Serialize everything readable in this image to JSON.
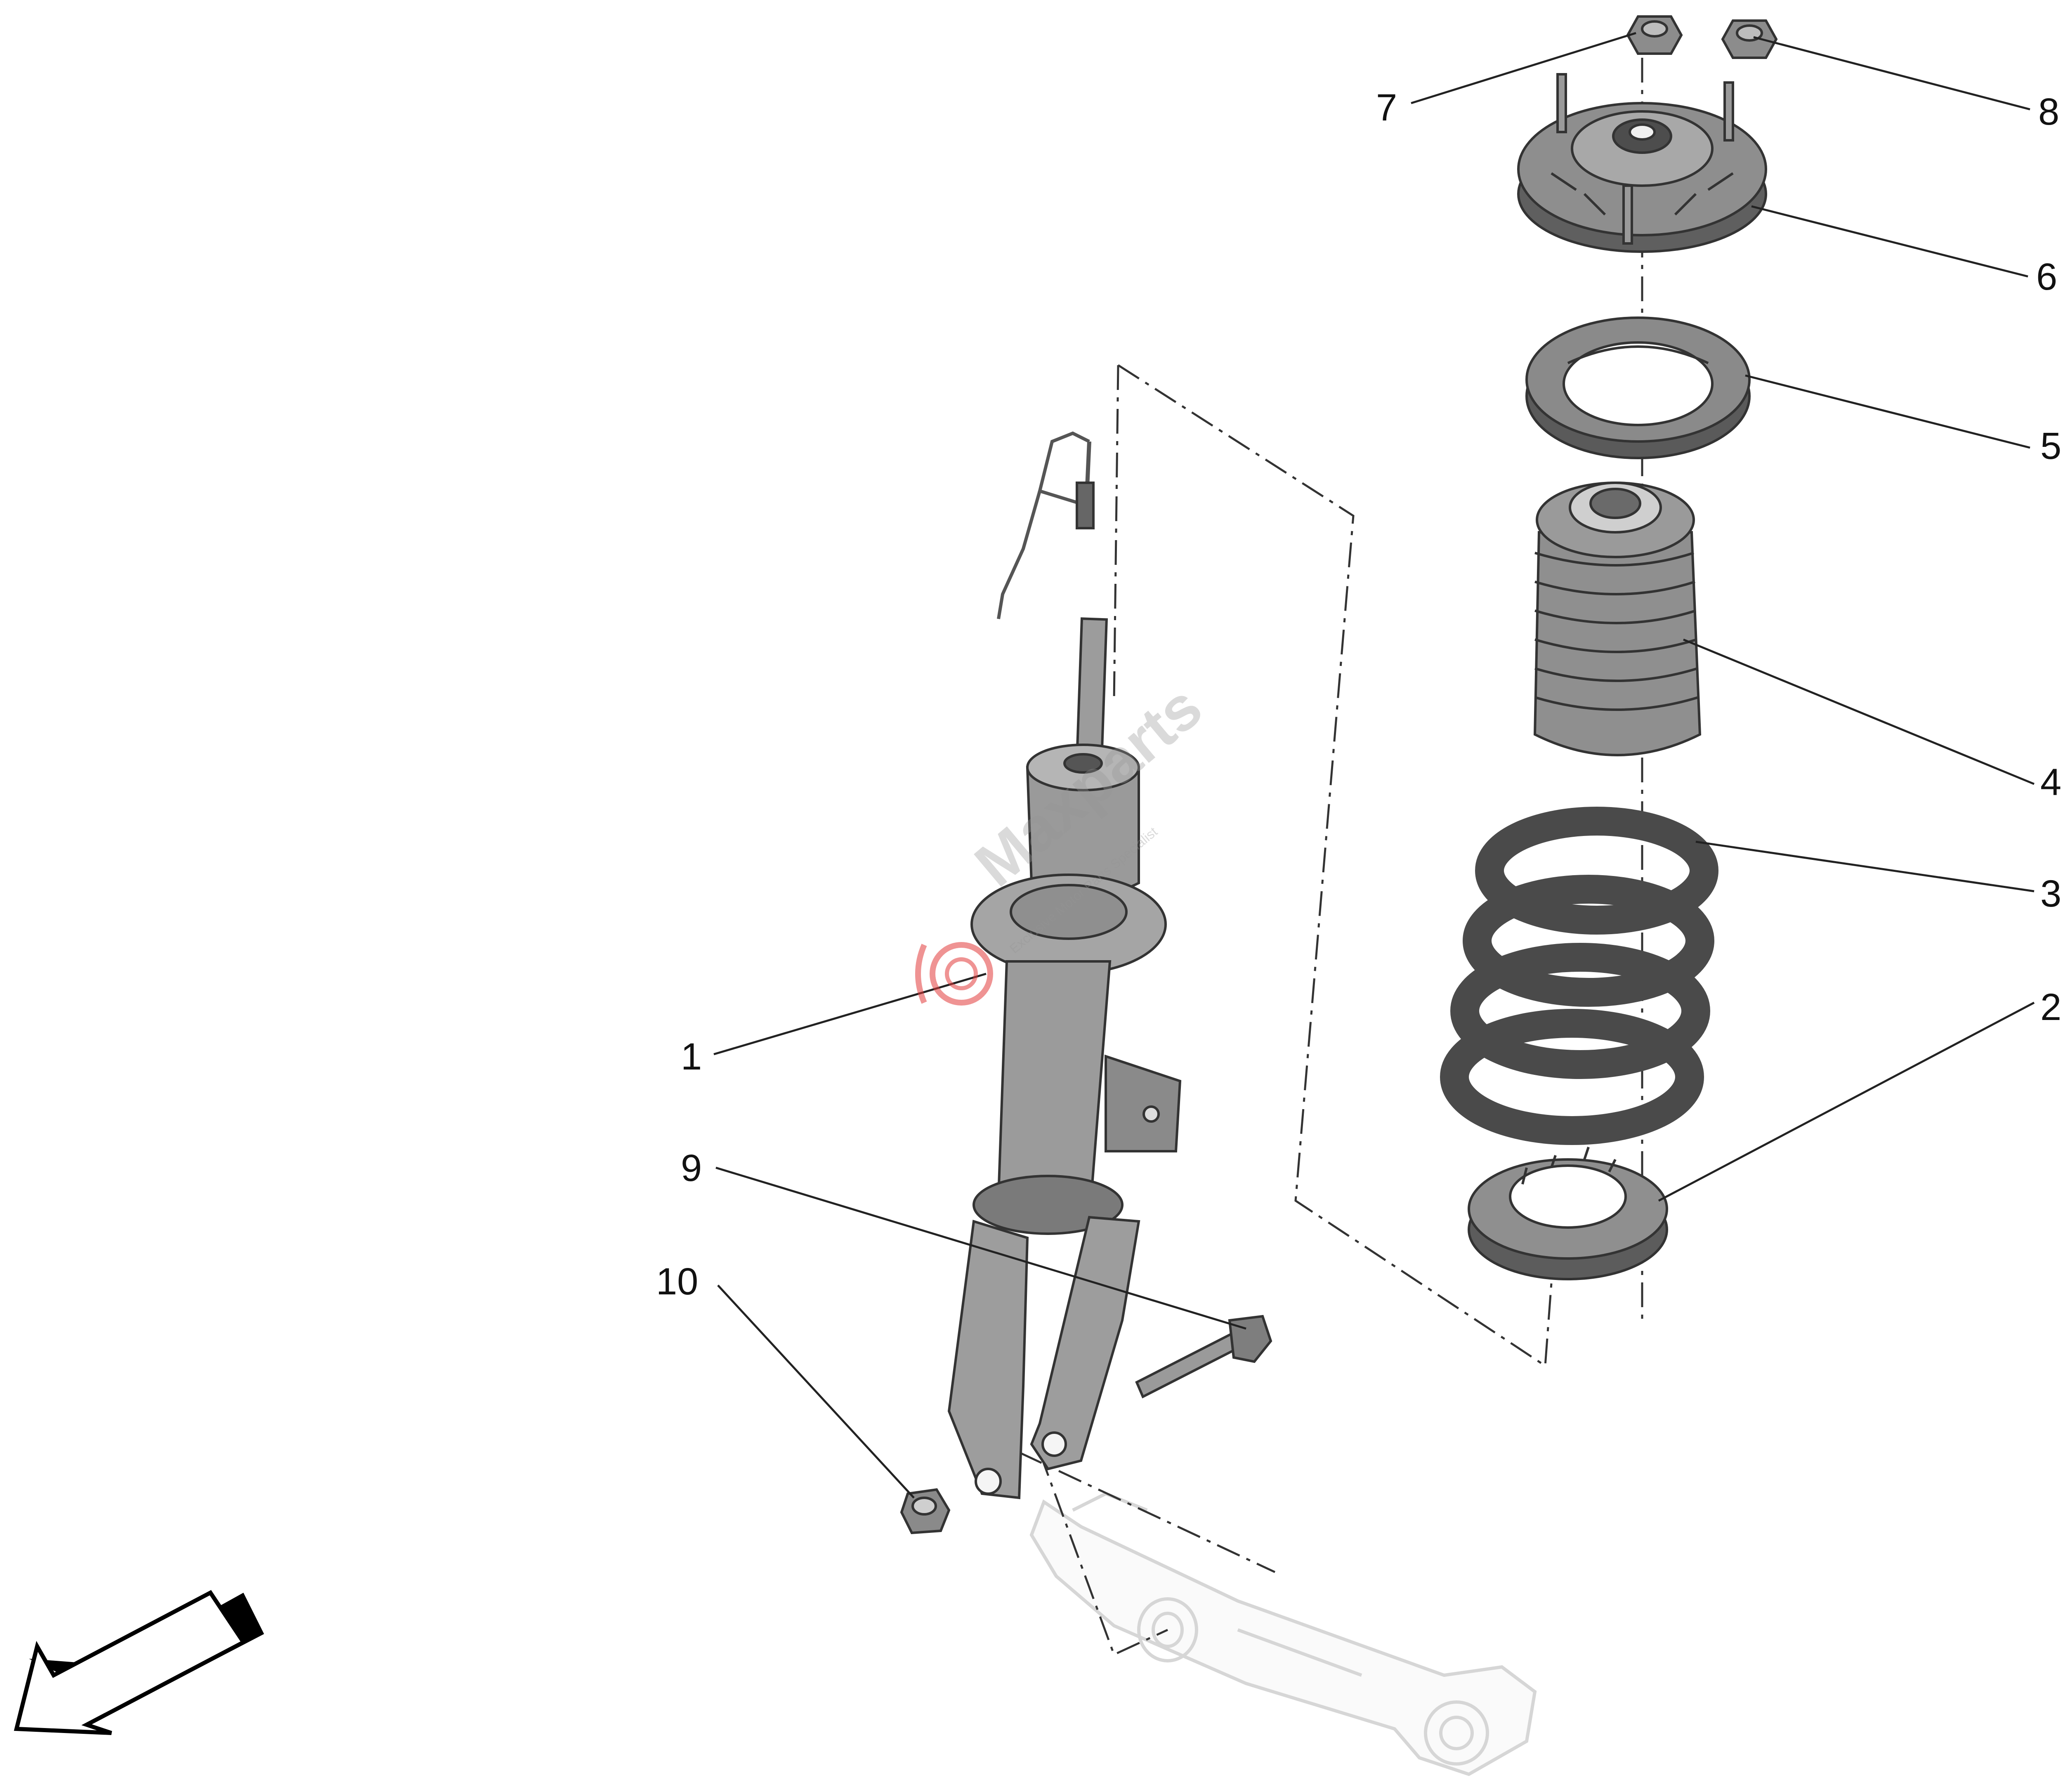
{
  "diagram": {
    "callouts": [
      {
        "label": "1"
      },
      {
        "label": "2"
      },
      {
        "label": "3"
      },
      {
        "label": "4"
      },
      {
        "label": "5"
      },
      {
        "label": "6"
      },
      {
        "label": "7"
      },
      {
        "label": "8"
      },
      {
        "label": "9"
      },
      {
        "label": "10"
      }
    ],
    "watermark": {
      "text": "Maxparts",
      "tagline": "Exclusive Motor Parts Specialist"
    },
    "icons": [
      "direction-arrow-icon",
      "watermark-logo-icon"
    ],
    "colors": {
      "line": "#111111",
      "part_fill": "#9e9e9e",
      "part_dark": "#5a5a5a",
      "ghost": "#d6d6d6",
      "watermark_red": "#e23b3b"
    }
  }
}
